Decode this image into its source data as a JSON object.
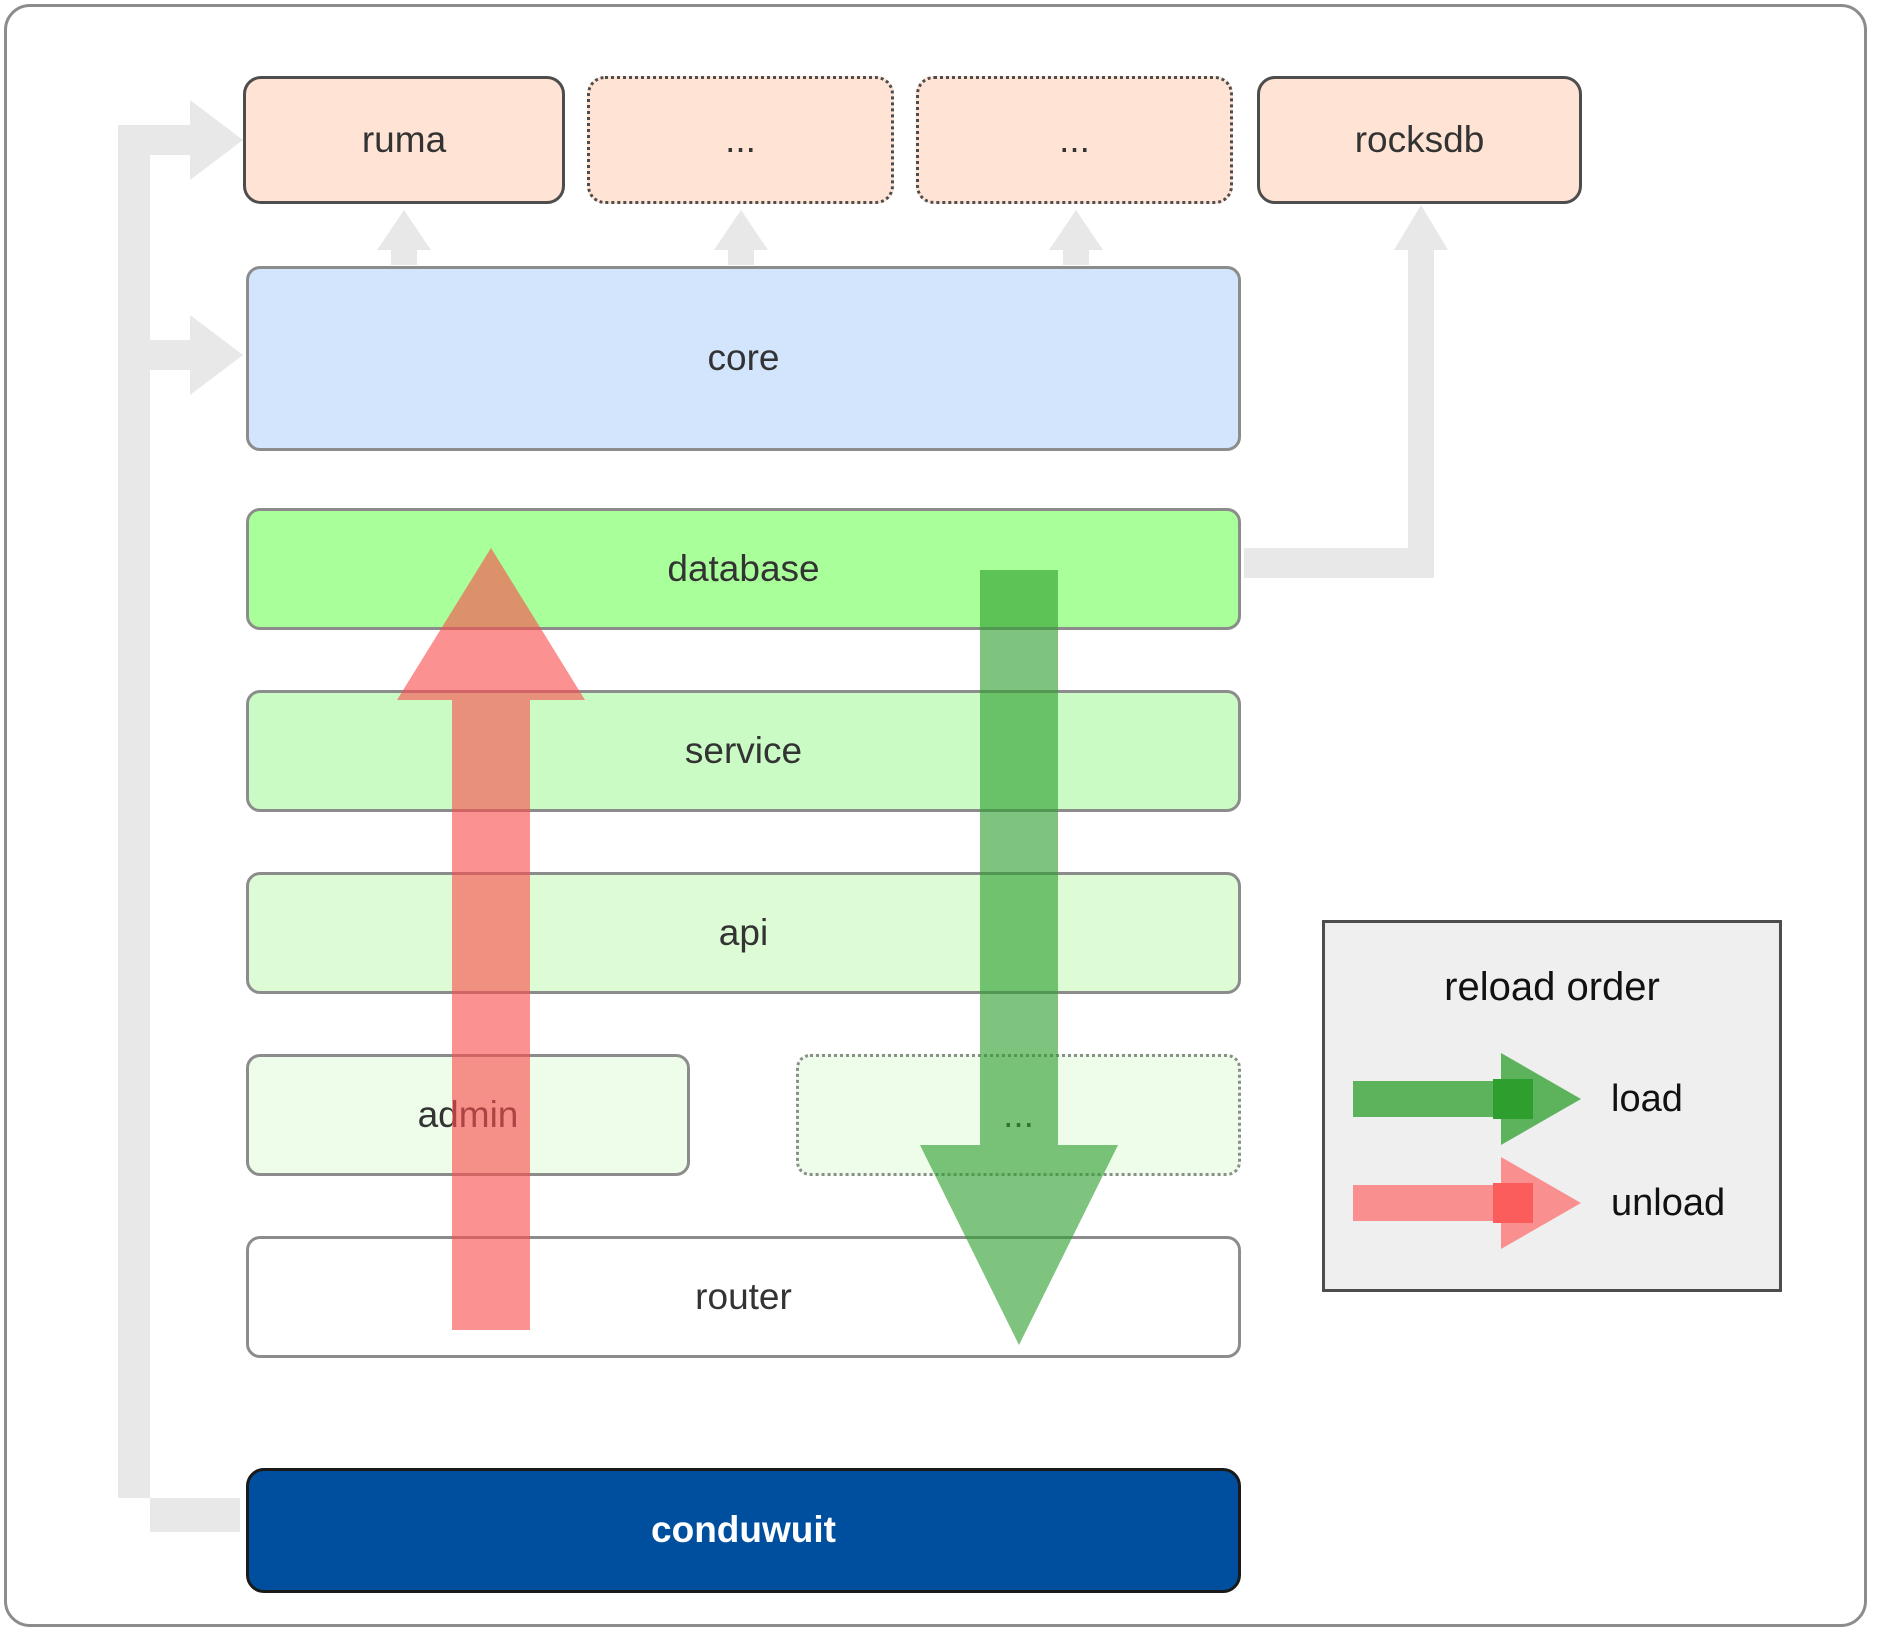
{
  "diagram": {
    "title_hidden": "",
    "dependencies": [
      {
        "label": "ruma",
        "style": "solid"
      },
      {
        "label": "...",
        "style": "dotted"
      },
      {
        "label": "...",
        "style": "dotted"
      },
      {
        "label": "rocksdb",
        "style": "solid"
      }
    ],
    "core": {
      "label": "core"
    },
    "layers": [
      {
        "label": "database",
        "style": "solid"
      },
      {
        "label": "service",
        "style": "solid"
      },
      {
        "label": "api",
        "style": "solid"
      }
    ],
    "admin_row": [
      {
        "label": "admin",
        "style": "solid"
      },
      {
        "label": "...",
        "style": "dotted"
      }
    ],
    "router": {
      "label": "router"
    },
    "root": {
      "label": "conduwuit"
    }
  },
  "legend": {
    "title": "reload order",
    "entries": [
      {
        "label": "load",
        "color": "#5cb35c"
      },
      {
        "label": "unload",
        "color": "#fa8080"
      }
    ]
  },
  "colors": {
    "dependency_fill": "#ffe3d4",
    "core_fill": "#d2e5fc",
    "database_fill": "#a9ff99",
    "service_fill": "#cbfbc4",
    "api_fill": "#ddfbd5",
    "admin_fill": "#edfdea",
    "router_fill": "#ffffff",
    "root_fill": "#004f9e",
    "wire_gray": "#e8e8e8",
    "legend_fill": "#efefef",
    "load_green": "#5cb35c",
    "unload_red": "#fa8080"
  }
}
